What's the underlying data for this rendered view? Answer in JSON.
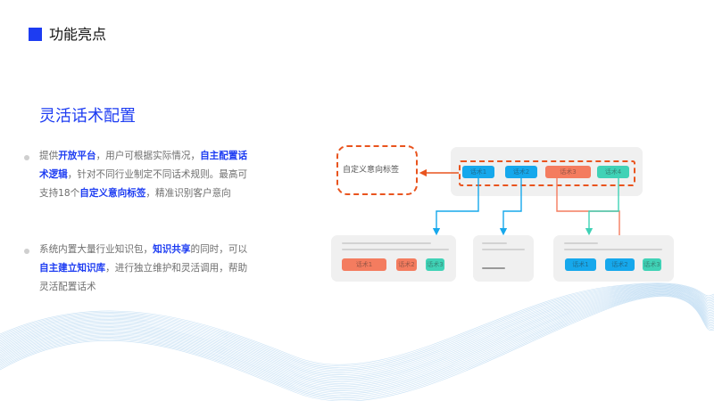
{
  "header": {
    "title": "功能亮点",
    "accent": "#1d3cf2"
  },
  "section": {
    "title": "灵活话术配置"
  },
  "bullets": [
    {
      "lines": [
        [
          {
            "t": "提供",
            "b": false
          },
          {
            "t": "开放平台",
            "b": true
          },
          {
            "t": "，用户可根据实际情况，",
            "b": false
          },
          {
            "t": "自主配置话",
            "b": true
          }
        ],
        [
          {
            "t": "术逻辑",
            "b": true
          },
          {
            "t": "，针对不同行业制定不同话术规则。最高可",
            "b": false
          }
        ],
        [
          {
            "t": "支持18个",
            "b": false
          },
          {
            "t": "自定义意向标签",
            "b": true
          },
          {
            "t": "，精准识别客户意向",
            "b": false
          }
        ]
      ]
    },
    {
      "lines": [
        [
          {
            "t": "系统内置大量行业知识包，",
            "b": false
          },
          {
            "t": "知识共享",
            "b": true
          },
          {
            "t": "的同时，可以",
            "b": false
          }
        ],
        [
          {
            "t": "自主建立知识库",
            "b": true
          },
          {
            "t": "，进行独立维护和灵活调用，帮助",
            "b": false
          }
        ],
        [
          {
            "t": "灵活配置话术",
            "b": false
          }
        ]
      ]
    }
  ],
  "diagram": {
    "intent_label": "自定义意向标签",
    "top_tags": [
      "话术1",
      "话术2",
      "话术3",
      "话术4"
    ],
    "bottom_tags": {
      "left": [
        "话术1",
        "话术2",
        "话术3"
      ],
      "right": [
        "话术1",
        "话术2",
        "话术3"
      ]
    },
    "colors": {
      "blue": "#16a8ec",
      "orange": "#f47c5f",
      "green": "#40d2b6",
      "dash": "#e9541e"
    }
  }
}
